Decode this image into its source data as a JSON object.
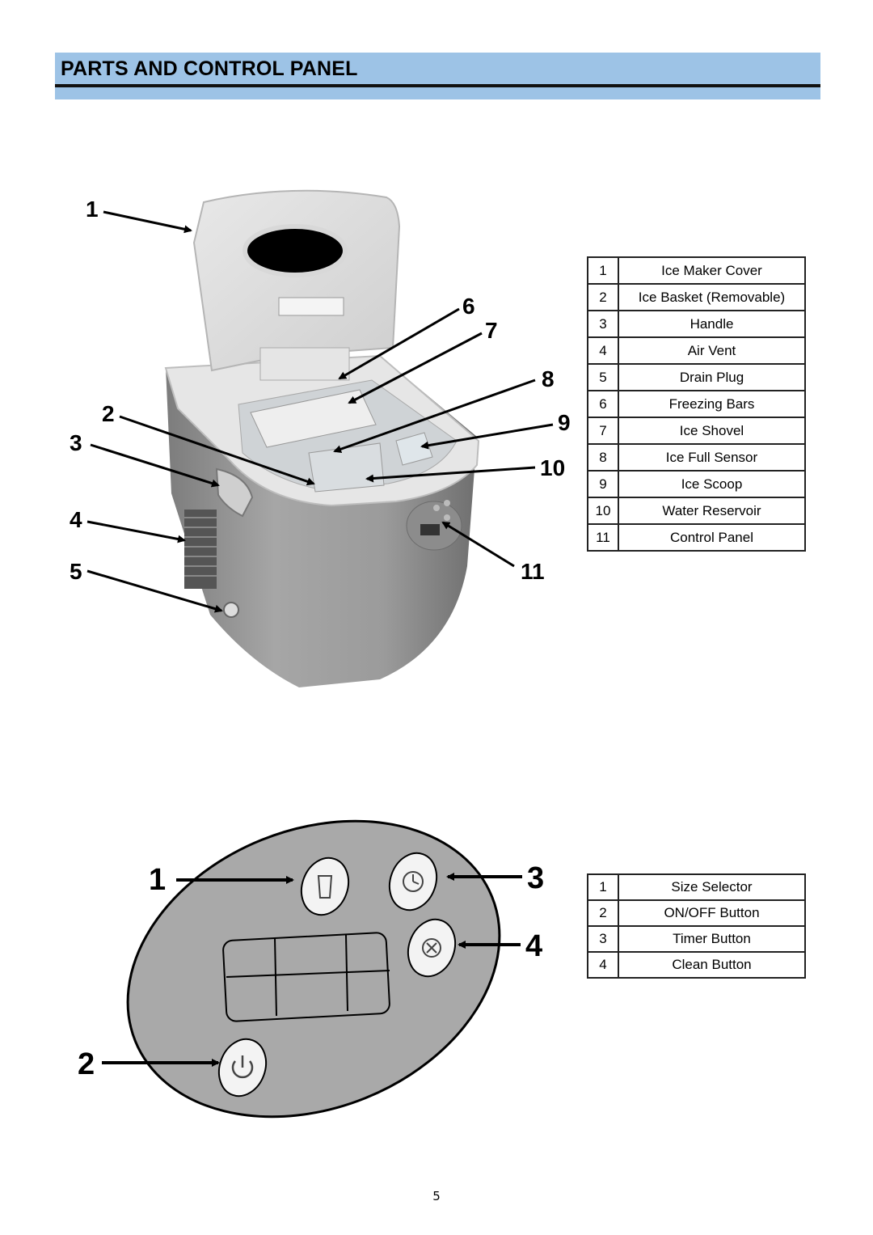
{
  "header": {
    "title": "PARTS AND CONTROL PANEL"
  },
  "colors": {
    "header_band": "#9dc3e6",
    "panel_fill": "#a9a9a9",
    "body_steel": "#9a9a9a"
  },
  "unit_diagram": {
    "callouts": [
      "1",
      "2",
      "3",
      "4",
      "5",
      "6",
      "7",
      "8",
      "9",
      "10",
      "11"
    ]
  },
  "parts_table": [
    {
      "num": "1",
      "name": "Ice Maker Cover"
    },
    {
      "num": "2",
      "name": "Ice Basket (Removable)"
    },
    {
      "num": "3",
      "name": "Handle"
    },
    {
      "num": "4",
      "name": "Air Vent"
    },
    {
      "num": "5",
      "name": "Drain Plug"
    },
    {
      "num": "6",
      "name": "Freezing Bars"
    },
    {
      "num": "7",
      "name": "Ice Shovel"
    },
    {
      "num": "8",
      "name": "Ice Full Sensor"
    },
    {
      "num": "9",
      "name": "Ice Scoop"
    },
    {
      "num": "10",
      "name": "Water Reservoir"
    },
    {
      "num": "11",
      "name": "Control Panel"
    }
  ],
  "panel_diagram": {
    "callouts": [
      "1",
      "2",
      "3",
      "4"
    ],
    "icons": [
      "cup-icon",
      "power-icon",
      "clock-icon",
      "clean-icon"
    ]
  },
  "panel_table": [
    {
      "num": "1",
      "name": "Size Selector"
    },
    {
      "num": "2",
      "name": "ON/OFF Button"
    },
    {
      "num": "3",
      "name": "Timer Button"
    },
    {
      "num": "4",
      "name": "Clean Button"
    }
  ],
  "footer": {
    "page_number": "5"
  }
}
